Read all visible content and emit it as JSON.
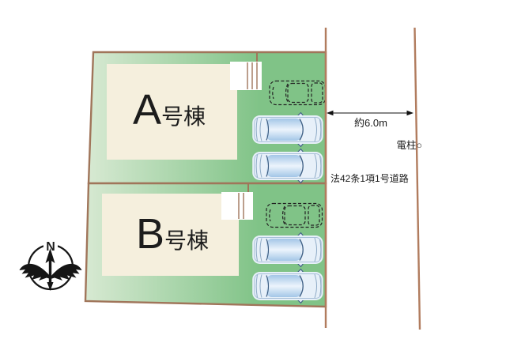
{
  "colors": {
    "green_light": "#d7e9d2",
    "green_dark": "#80c387",
    "lot_border": "#a0755a",
    "road_line": "#b17c5e",
    "building_fill": "#f5efdd",
    "porch_fill": "#ffffff",
    "car_outline": "#3e5f84",
    "car_body": "#e7f0f9",
    "car_glass_edge": "#a3c6e7",
    "car_glass_center": "#ecf4fc",
    "text": "#1c1c1c"
  },
  "site": {
    "lot_a": {
      "building_letter": "A",
      "building_suffix": "号棟"
    },
    "lot_b": {
      "building_letter": "B",
      "building_suffix": "号棟"
    }
  },
  "road": {
    "width_label": "約6.0m",
    "utility_pole_label": "電柱○",
    "road_type_label": "法42条1項1号道路"
  },
  "compass": {
    "north_label": "N"
  }
}
